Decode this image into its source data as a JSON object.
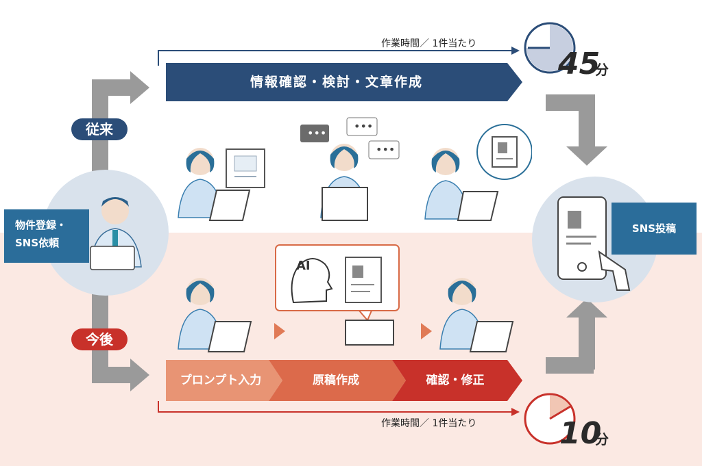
{
  "before": {
    "tag": "従来",
    "time_label": "作業時間／ 1件当たり",
    "process": "情報確認・検討・文章作成",
    "minutes": "45",
    "unit": "分"
  },
  "after": {
    "tag": "今後",
    "time_label": "作業時間／ 1件当たり",
    "steps": [
      "プロンプト入力",
      "原稿作成",
      "確認・修正"
    ],
    "minutes": "10",
    "unit": "分",
    "ai_label": "AI"
  },
  "left_box": {
    "line1": "物件登録・",
    "line2": "SNS依頼"
  },
  "right_box": {
    "label": "SNS投稿"
  },
  "colors": {
    "navy": "#2b4d78",
    "red": "#c8312a",
    "blue_box": "#2b6d9a",
    "gray_arrow": "#9a9a9a"
  }
}
